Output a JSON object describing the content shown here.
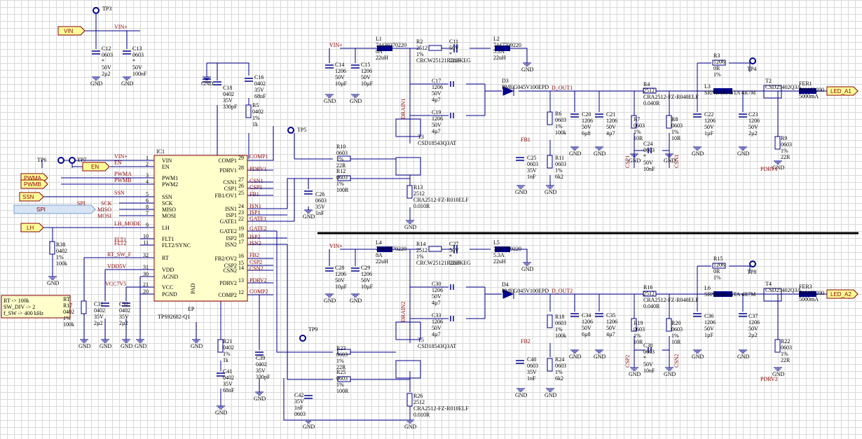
{
  "nets": {
    "vin_top": "VIN+",
    "vin_mid": "VIN+",
    "vin_bot": "VIN+",
    "comp1": "COMP1",
    "pdrv1": "PDRV1",
    "csn1": "CSN1",
    "csp1": "CSP1",
    "fb1": "FB1",
    "isn1": "ISN1",
    "isp1": "ISP1",
    "gate1": "GATE1",
    "gate2": "GATE2",
    "isp2": "ISP2",
    "isn2": "ISN2",
    "fb2": "FB2",
    "csp2": "CSP2",
    "csn2": "CSN2",
    "pdrv2": "PDRV2",
    "comp2": "COMP2",
    "lh_mode": "LH_MODE",
    "rt_sw_f": "RT_SW_F",
    "vdd5v": "VDD5V",
    "vcc7v5": "VCC7V5",
    "ssn": "SSN",
    "pwma": "PWMA",
    "pwmb": "PWMB",
    "vin_ic": "VIN+",
    "en_ic": "EN",
    "flt1": "FLT1",
    "flt2": "FLT2",
    "sck": "SCK",
    "miso": "MISO",
    "mosi": "MOSI",
    "spi_bus": "SPI",
    "drain1": "DRAIN1",
    "drain2": "DRAIN2",
    "d_out1": "D_OUT1",
    "d_out2": "D_OUT2",
    "fb1_lbl": "FB1",
    "fb2_lbl": "FB2",
    "csp1_v": "CSP1",
    "csn1_v": "CSN1",
    "csp2_v": "CSP2",
    "csn2_v": "CSN2",
    "pdrv1_lbl": "PDRV1",
    "pdrv2_lbl": "PDRV2"
  },
  "ports": {
    "vin": "VIN",
    "en": "EN",
    "pwma": "PWMA",
    "pwmb": "PWMB",
    "ssn": "SSN",
    "spi": "SPI",
    "lh": "LH",
    "led_a1": "LED_A1",
    "led_a2": "LED_A2"
  },
  "testpoints": {
    "tp3": "TP3",
    "tp4": "TP4",
    "tp5": "TP5",
    "tp6": "TP6",
    "tp7": "TP7",
    "tp8": "TP8",
    "tp9": "TP9"
  },
  "gnd": "GND",
  "ic": {
    "ref": "IC1",
    "part": "TPS92682-Q1",
    "left_pins": [
      {
        "num": "1",
        "name": "VIN"
      },
      {
        "num": "2",
        "name": "EN"
      },
      {
        "num": "3",
        "name": "PWM1"
      },
      {
        "num": "4",
        "name": "PWM2"
      },
      {
        "num": "5",
        "name": "SSN"
      },
      {
        "num": "6",
        "name": "SCK"
      },
      {
        "num": "8",
        "name": "MISO"
      },
      {
        "num": "7",
        "name": "MOSI"
      },
      {
        "num": "9",
        "name": "LH"
      },
      {
        "num": "10",
        "name": "FLT1"
      },
      {
        "num": "11",
        "name": "FLT2/SYNC"
      },
      {
        "num": "32",
        "name": "RT"
      },
      {
        "num": "31",
        "name": "VDD"
      },
      {
        "num": "30",
        "name": "AGND"
      },
      {
        "num": "21",
        "name": "VCC"
      },
      {
        "num": "20",
        "name": "PGND"
      }
    ],
    "right_pins": [
      {
        "num": "29",
        "name": "COMP1"
      },
      {
        "num": "28",
        "name": "PDRV1"
      },
      {
        "num": "27",
        "name": "CSN1"
      },
      {
        "num": "26",
        "name": "CSP1"
      },
      {
        "num": "25",
        "name": "FB1/OV1"
      },
      {
        "num": "24",
        "name": "ISN1"
      },
      {
        "num": "23",
        "name": "ISP1"
      },
      {
        "num": "22",
        "name": "GATE1"
      },
      {
        "num": "19",
        "name": "GATE2"
      },
      {
        "num": "18",
        "name": "ISP2"
      },
      {
        "num": "17",
        "name": "ISN2"
      },
      {
        "num": "16",
        "name": "FB2/OV2"
      },
      {
        "num": "15",
        "name": "CSP2"
      },
      {
        "num": "14",
        "name": "CSN2"
      },
      {
        "num": "13",
        "name": "PDRV2"
      },
      {
        "num": "12",
        "name": "COMP2"
      }
    ],
    "pad_label": "PAD",
    "ep_label": "EP"
  },
  "note": {
    "lines": [
      "RT       -> 100k",
      "SW_DIV -> 2",
      "f_SW    -> 400 kHz"
    ]
  },
  "parts": {
    "C12": [
      "C12",
      "0603",
      "*",
      "50V",
      "2µ2"
    ],
    "C13": [
      "C13",
      "0603",
      "*",
      "50V",
      "100nF"
    ],
    "C14": [
      "C14",
      "1206",
      "50V",
      "10µF"
    ],
    "C15": [
      "C15",
      "1206",
      "50V",
      "10µF"
    ],
    "L1": [
      "L1",
      "74439370220",
      "8A",
      "22uH"
    ],
    "R2": [
      "R2",
      "2512",
      "1%",
      "CRCW25121R20FKEG"
    ],
    "C11": [
      "C11",
      "50V",
      "*",
      "22uF"
    ],
    "L2": [
      "L2",
      "7447709220",
      "5.3A",
      "22uH"
    ],
    "C16": [
      "C16",
      "0402",
      "35V",
      "68nF"
    ],
    "C18": [
      "C18",
      "0402",
      "35V",
      "330pF"
    ],
    "R5": [
      "R5",
      "0402",
      "1%",
      "1k"
    ],
    "C17": [
      "C17",
      "1206",
      "50V",
      "4µ7"
    ],
    "C19": [
      "C19",
      "1206",
      "50V",
      "4µ7"
    ],
    "D3": [
      "D3",
      "PMEG045V100EPD"
    ],
    "T3": [
      "T3",
      "CSD18543Q3AT"
    ],
    "R10": [
      "R10",
      "0603",
      "1%",
      "22R"
    ],
    "R12": [
      "R12",
      "0603",
      "1%",
      "100R"
    ],
    "C26": [
      "C26",
      "0603",
      "35V",
      "1nF"
    ],
    "R13": [
      "R13",
      "2512",
      "CRA2512-FZ-R010ELF",
      "0.010R"
    ],
    "R6": [
      "R6",
      "0603",
      "1%",
      "100k"
    ],
    "R11": [
      "R11",
      "0603",
      "1%",
      "6k2"
    ],
    "C25": [
      "C25",
      "0603",
      "35V",
      "1nF"
    ],
    "C20": [
      "C20",
      "1206",
      "50V",
      "6µ8"
    ],
    "C21": [
      "C21",
      "1206",
      "50V",
      "4µ7"
    ],
    "R4": [
      "R4",
      "2512",
      "CRA2512-FZ-R040ELF",
      "0.040R"
    ],
    "R7": [
      "R7",
      "0603",
      "1%",
      "10R"
    ],
    "R8": [
      "R8",
      "0603",
      "1%",
      "10R"
    ],
    "C24": [
      "C24",
      "0603",
      "*",
      "50V",
      "10nF"
    ],
    "R3": [
      "R3",
      "1206",
      "0R",
      "1%"
    ],
    "L3": [
      "L3",
      "SRN1A6045TA 4R7M"
    ],
    "C22": [
      "C22",
      "1206",
      "50V",
      "1µF"
    ],
    "C23": [
      "C23",
      "1206",
      "50V",
      "2µ2"
    ],
    "T2": [
      "T2",
      "CSD25402Q3A"
    ],
    "R9": [
      "R9",
      "0603",
      "1%",
      "22R"
    ],
    "FER1": [
      "FER1",
      "782853200",
      "5000mA"
    ],
    "R38": [
      "R38",
      "0402",
      "1%",
      "100k"
    ],
    "RT": [
      "RT",
      "R17",
      "0402",
      "1%",
      "100k"
    ],
    "C31": [
      "C31",
      "0402",
      "35V",
      "2µ2"
    ],
    "C32": [
      "C32",
      "0402",
      "35V",
      "2µ2"
    ],
    "C28": [
      "C28",
      "1206",
      "50V",
      "10µF"
    ],
    "C29": [
      "C29",
      "1206",
      "50V",
      "10µF"
    ],
    "L4": [
      "L4",
      "74439370220",
      "8A",
      "22uH"
    ],
    "R14": [
      "R14",
      "2512",
      "1%",
      "CRCW25121R20FKEG"
    ],
    "C27": [
      "C27",
      "50V",
      "*",
      "22uF"
    ],
    "L5": [
      "L5",
      "7447709220",
      "5.3A",
      "22uH"
    ],
    "C30": [
      "C30",
      "1206",
      "50V",
      "4µ7"
    ],
    "C33": [
      "C33",
      "1206",
      "50V",
      "4µ7"
    ],
    "D4": [
      "D4",
      "PMEG045V100EPD"
    ],
    "T5": [
      "T5",
      "CSD18543Q3AT"
    ],
    "R21": [
      "R21",
      "0402",
      "1%",
      "1k"
    ],
    "C41": [
      "C41",
      "0402",
      "35V",
      "68nF"
    ],
    "C39": [
      "C39",
      "0402",
      "35V",
      "330pF"
    ],
    "R23": [
      "R23",
      "0603",
      "1%",
      "22R"
    ],
    "R25": [
      "R25",
      "0603",
      "1%",
      "100R"
    ],
    "C42": [
      "C42",
      "35V",
      "1nF",
      "0603"
    ],
    "R26": [
      "R26",
      "2512",
      "CRA2512-FZ-R010ELF",
      "0.010R"
    ],
    "R18": [
      "R18",
      "0603",
      "1%",
      "100k"
    ],
    "R24": [
      "R24",
      "0603",
      "1%",
      "6k2"
    ],
    "C40": [
      "C40",
      "0603",
      "35V",
      "1nF"
    ],
    "C34": [
      "C34",
      "1206",
      "50V",
      "6µ8"
    ],
    "C35": [
      "C35",
      "1206",
      "50V",
      "4µ7"
    ],
    "R16": [
      "R16",
      "2512",
      "CRA2512-FZ-R040ELF",
      "0.040R"
    ],
    "R19": [
      "R19",
      "0603",
      "1%",
      "10R"
    ],
    "R20": [
      "R20",
      "0603",
      "1%",
      "10R"
    ],
    "C38": [
      "C38",
      "0603",
      "*",
      "50V",
      "10nF"
    ],
    "R15": [
      "R15",
      "1206",
      "0R",
      "1%"
    ],
    "L6": [
      "L6",
      "SRN1A6045TA 4R7M"
    ],
    "C36": [
      "C36",
      "1206",
      "50V",
      "1µF"
    ],
    "C37": [
      "C37",
      "1206",
      "50V",
      "2µ2"
    ],
    "T4": [
      "T4",
      "CSD25402Q3A"
    ],
    "R22": [
      "R22",
      "0603",
      "1%",
      "22R"
    ],
    "FER3": [
      "FER3",
      "782853200",
      "5000mA"
    ]
  },
  "colors": {
    "wire": "#00008b",
    "net": "#8b0000",
    "port_fill": "#ffff99",
    "spi_fill": "#d6e4f5",
    "inductor": "#00008b",
    "grid": "#d9d9d9"
  }
}
